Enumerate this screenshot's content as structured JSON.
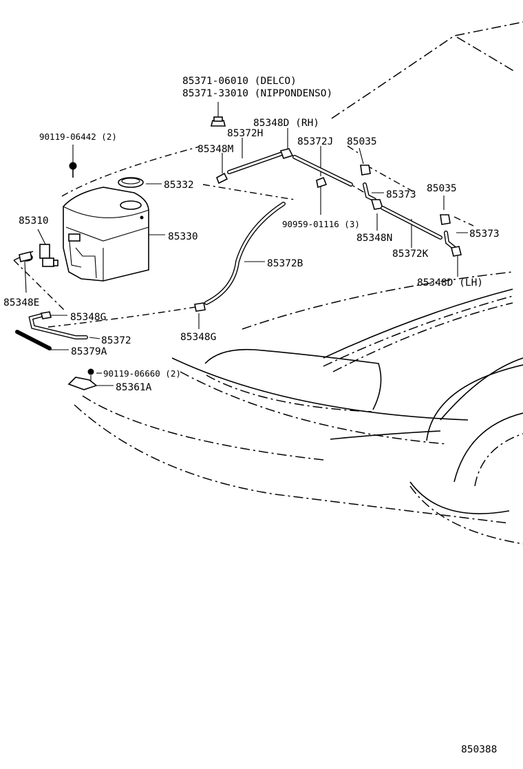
{
  "drawing": {
    "code": "850388",
    "labels": [
      {
        "id": "85371-06010",
        "text": "85371-06010 (DELCO)"
      },
      {
        "id": "85371-33010",
        "text": "85371-33010 (NIPPONDENSO)"
      },
      {
        "id": "85348D-RH",
        "text": "85348D (RH)"
      },
      {
        "id": "85372H",
        "text": "85372H"
      },
      {
        "id": "85348M",
        "text": "85348M"
      },
      {
        "id": "85372J",
        "text": "85372J"
      },
      {
        "id": "85035-a",
        "text": "85035"
      },
      {
        "id": "90119-06442",
        "text": "90119-06442 (2)"
      },
      {
        "id": "85332",
        "text": "85332"
      },
      {
        "id": "85373-a",
        "text": "85373"
      },
      {
        "id": "85035-b",
        "text": "85035"
      },
      {
        "id": "85310",
        "text": "85310"
      },
      {
        "id": "90959-01116",
        "text": "90959-01116 (3)"
      },
      {
        "id": "85330",
        "text": "85330"
      },
      {
        "id": "85348N",
        "text": "85348N"
      },
      {
        "id": "85373-b",
        "text": "85373"
      },
      {
        "id": "85372K",
        "text": "85372K"
      },
      {
        "id": "85372B",
        "text": "85372B"
      },
      {
        "id": "85348D-LH",
        "text": "85348D (LH)"
      },
      {
        "id": "85348E",
        "text": "85348E"
      },
      {
        "id": "85348G-a",
        "text": "85348G"
      },
      {
        "id": "85348G-b",
        "text": "85348G"
      },
      {
        "id": "85372",
        "text": "85372"
      },
      {
        "id": "85379A",
        "text": "85379A"
      },
      {
        "id": "90119-06660",
        "text": "90119-06660 (2)"
      },
      {
        "id": "85361A",
        "text": "85361A"
      }
    ]
  }
}
